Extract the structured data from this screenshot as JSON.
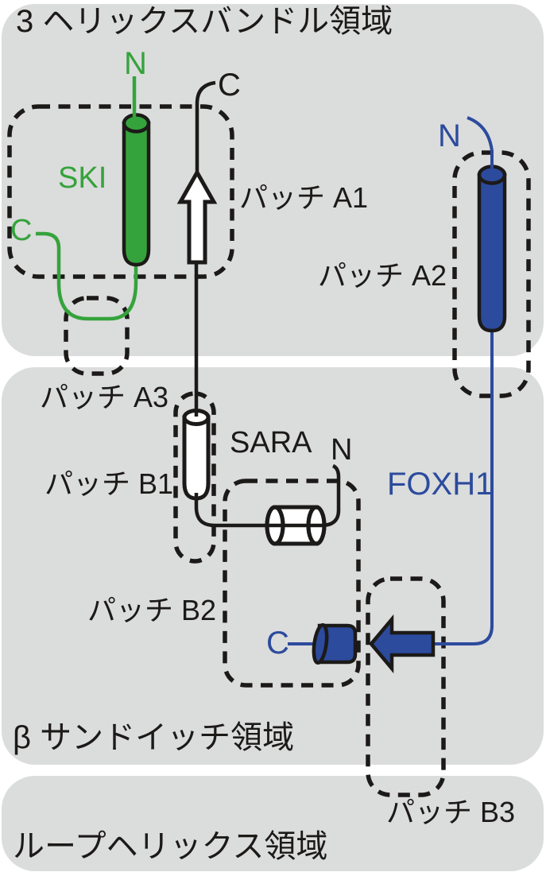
{
  "colors": {
    "background": "#ffffff",
    "region": "#dbdcdc",
    "green": "#35a33c",
    "blue": "#2c4b9d",
    "ink": "#1c1a18"
  },
  "regions": [
    {
      "label": "3 ヘリックスバンドル領域"
    },
    {
      "label": "β サンドイッチ領域"
    },
    {
      "label": "ループヘリックス領域"
    }
  ],
  "patches": [
    {
      "label": "パッチ A1"
    },
    {
      "label": "パッチ A2"
    },
    {
      "label": "パッチ A3"
    },
    {
      "label": "パッチ B1"
    },
    {
      "label": "パッチ B2"
    },
    {
      "label": "パッチ B3"
    }
  ],
  "molecules": [
    {
      "name": "SKI",
      "color": "#35a33c",
      "n_label": "N",
      "c_label": "C"
    },
    {
      "name": "SARA",
      "color": "#1c1a18",
      "n_label": "N",
      "c_label": "C"
    },
    {
      "name": "FOXH1",
      "color": "#2c4b9d",
      "n_label": "N",
      "c_label": "C"
    }
  ]
}
